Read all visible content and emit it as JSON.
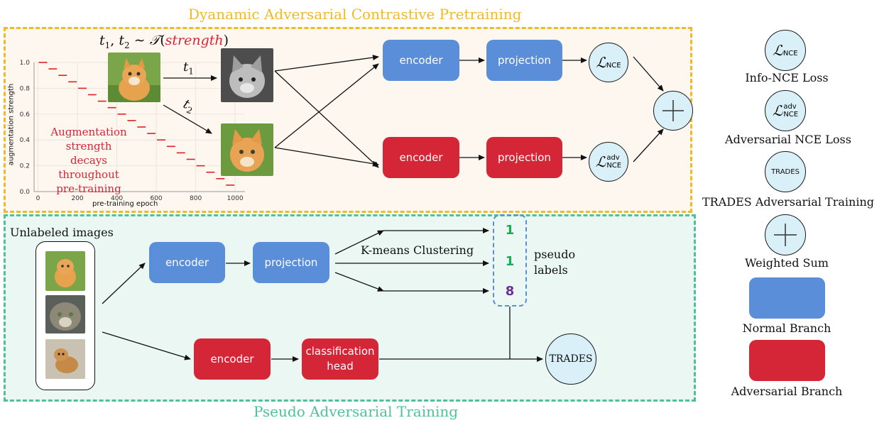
{
  "top_section": {
    "title": "Dyanamic Adversarial Contrastive Pretraining",
    "title_color": "#f2b926",
    "border_color": "#f2b926",
    "background": "#fdf7ef",
    "transform_formula": "t1, t2 ~ T(strength)",
    "t1_label": "t1",
    "t2_label": "t2",
    "normal_encoder": "encoder",
    "normal_projection": "projection",
    "adv_encoder": "encoder",
    "adv_projection": "projection",
    "loss_nce_label": "NCE",
    "loss_adv_sup": "adv",
    "loss_adv_sub": "NCE"
  },
  "plot": {
    "xlabel": "pre-training epoch",
    "ylabel": "augmentation strength",
    "annotation_lines": [
      "Augmentation",
      "strength",
      "decays throughout",
      "pre-training"
    ]
  },
  "chart_data": {
    "type": "line",
    "xlabel": "pre-training epoch",
    "ylabel": "augmentation strength",
    "xlim": [
      -20,
      1050
    ],
    "ylim": [
      0.0,
      1.0
    ],
    "x_ticks": [
      "0",
      "200",
      "400",
      "600",
      "800",
      "1000"
    ],
    "y_ticks": [
      "0.0",
      "0.2",
      "0.4",
      "0.6",
      "0.8",
      "1.0"
    ],
    "grid": true,
    "step_width": 50,
    "x": [
      0,
      50,
      100,
      150,
      200,
      250,
      300,
      350,
      400,
      450,
      500,
      550,
      600,
      650,
      700,
      750,
      800,
      850,
      900,
      950
    ],
    "values": [
      1.0,
      0.95,
      0.9,
      0.85,
      0.8,
      0.75,
      0.7,
      0.65,
      0.6,
      0.55,
      0.5,
      0.45,
      0.4,
      0.35,
      0.3,
      0.25,
      0.2,
      0.15,
      0.1,
      0.05
    ],
    "color": "#e02020"
  },
  "bottom_section": {
    "title": "Pseudo Adversarial Training",
    "title_color": "#4dc29a",
    "border_color": "#4dc29a",
    "background": "#ebf7f3",
    "images_label": "Unlabeled images",
    "encoder": "encoder",
    "projection": "projection",
    "clustering_label": "K-means Clustering",
    "pseudo_label_values": [
      "1",
      "1",
      "8"
    ],
    "pseudo_label_colors": [
      "#1ea85a",
      "#1ea85a",
      "#6b2f8f"
    ],
    "pseudo_labels_caption": [
      "pseudo",
      "labels"
    ],
    "adv_encoder": "encoder",
    "classification_head": [
      "classification",
      "head"
    ],
    "trades_label": "TRADES"
  },
  "legend": {
    "info_nce": "Info-NCE Loss",
    "adv_nce": "Adversarial NCE Loss",
    "trades_circle": "TRADES",
    "trades": "TRADES Adversarial Training",
    "weighted_sum": "Weighted Sum",
    "normal_branch": "Normal Branch",
    "adversarial_branch": "Adversarial Branch",
    "normal_color": "#5b8ed9",
    "adversarial_color": "#d42637"
  }
}
